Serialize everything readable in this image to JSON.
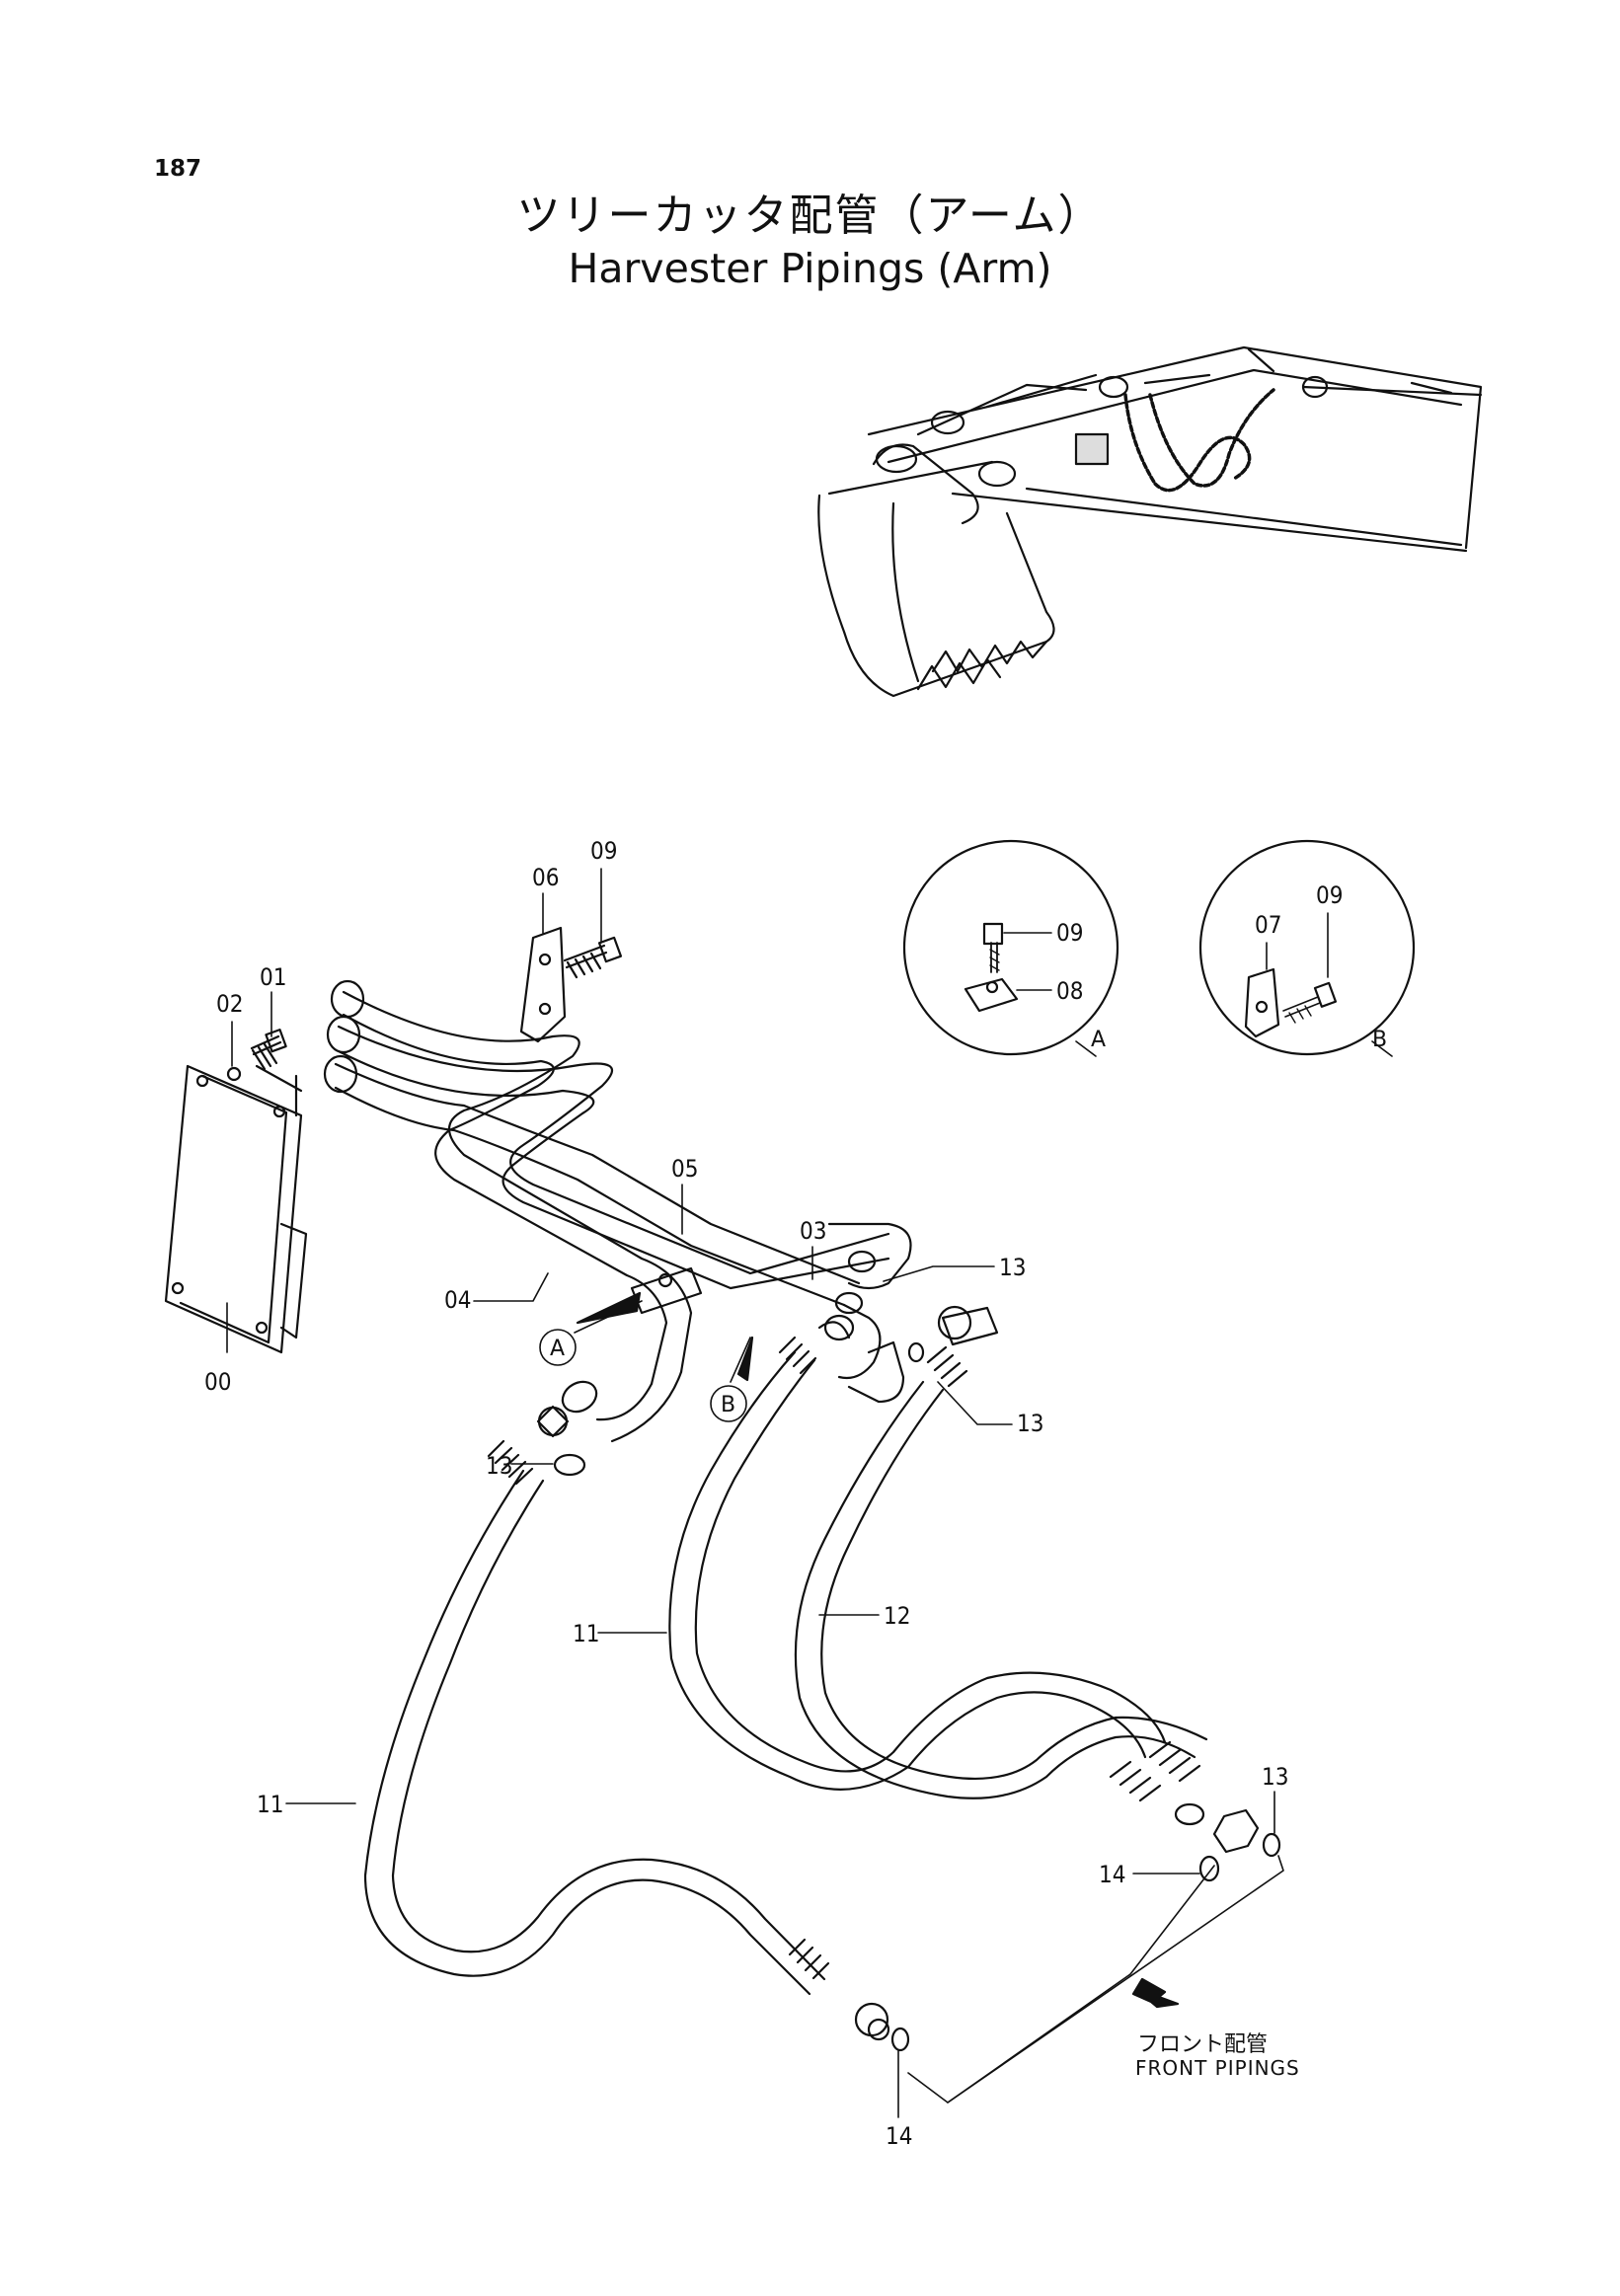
{
  "page_number": "187",
  "title_jp": "ツリーカッタ配管（アーム）",
  "title_en": "Harvester Pipings (Arm)",
  "detail_a": {
    "letter": "A",
    "parts": [
      "09",
      "08"
    ]
  },
  "detail_b": {
    "letter": "B",
    "parts": [
      "09",
      "07"
    ]
  },
  "callouts": {
    "p00": "00",
    "p01": "01",
    "p02": "02",
    "p03": "03",
    "p04": "04",
    "p05": "05",
    "p06": "06",
    "p09": "09",
    "p11a": "11",
    "p11b": "11",
    "p12": "12",
    "p13a": "13",
    "p13b": "13",
    "p13c": "13",
    "p13d": "13",
    "p14a": "14",
    "p14b": "14"
  },
  "marker_a": "A",
  "marker_b": "B",
  "front_jp": "フロント配管",
  "front_en": "FRONT PIPINGS"
}
